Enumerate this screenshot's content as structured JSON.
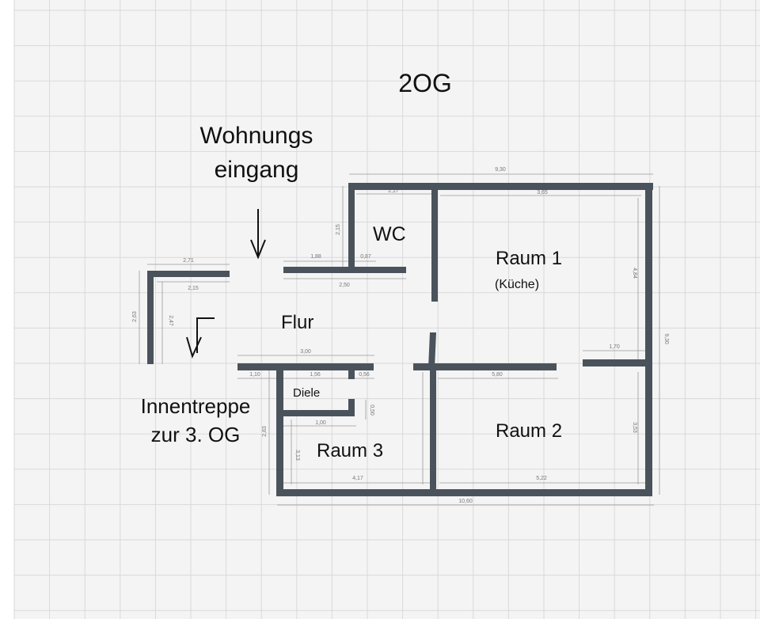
{
  "title": "2OG",
  "entrance_label": [
    "Wohnungs",
    "eingang"
  ],
  "stair_label": [
    "Innentreppe",
    "zur 3. OG"
  ],
  "rooms": {
    "wc": "WC",
    "raum1": "Raum 1",
    "raum1_sub": "(Küche)",
    "flur": "Flur",
    "diele": "Diele",
    "raum2": "Raum 2",
    "raum3": "Raum 3"
  },
  "dimensions": {
    "top_total": "9,30",
    "wc_width": "2,17",
    "raum1_width": "3,65",
    "wc_height": "2,15",
    "flur_top_left": "1,88",
    "flur_top_right": "0,87",
    "flur_top_total": "2,50",
    "stair_top": "2,71",
    "stair_inner": "2,15",
    "stair_height": "2,63",
    "stair_inner_height": "2,47",
    "flur_bottom_total": "3,00",
    "flur_bottom_a": "1,10",
    "flur_bottom_b": "1,56",
    "flur_bottom_c": "0,56",
    "diele_wall": "1,00",
    "diele_stub": "0,50",
    "raum3_height": "2,83",
    "raum3_width": "4,17",
    "raum2_width": "5,22",
    "bottom_total": "10,60",
    "raum2_wall": "5,80",
    "raum2_right": "1,70",
    "raum1_height": "4,84",
    "raum2_height": "3,53",
    "right_total": "9,30",
    "mid_height": "3,13"
  },
  "colors": {
    "wall": "#4a535b",
    "grid": "#d9d9d9",
    "background": "#f4f4f4"
  }
}
